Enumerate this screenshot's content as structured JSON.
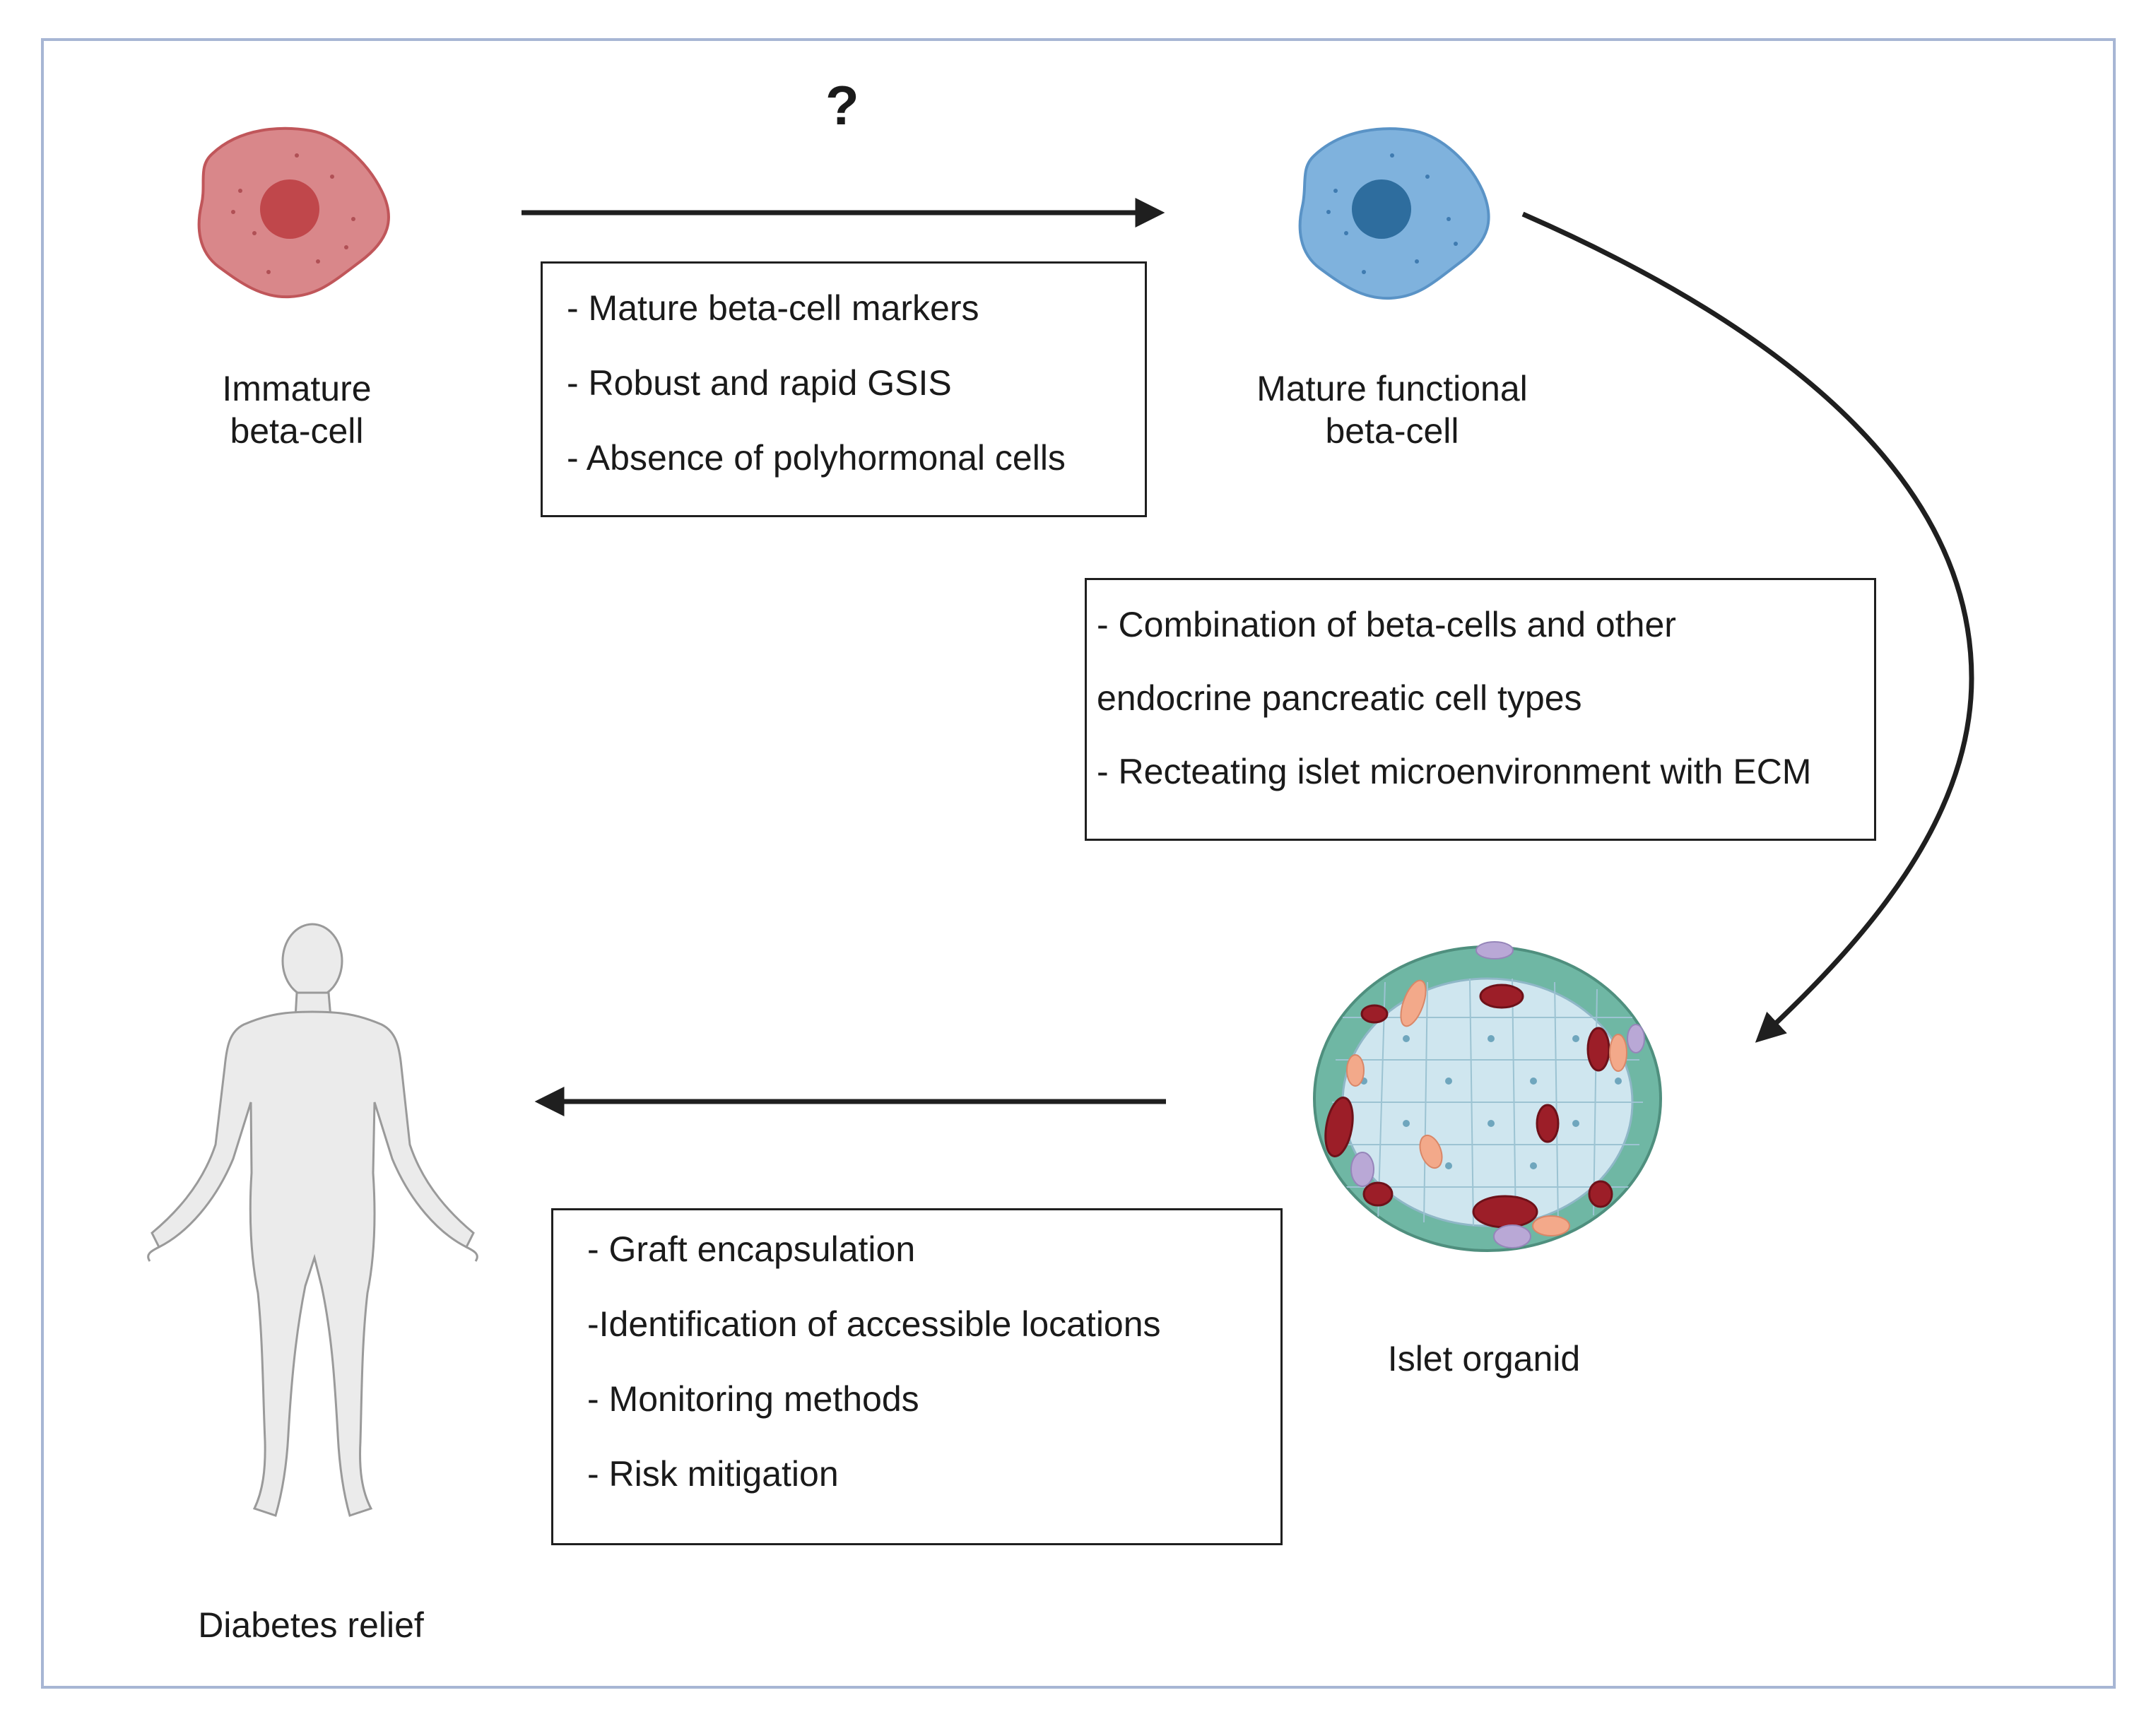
{
  "question_mark": "?",
  "nodes": {
    "immature": {
      "line1": "Immature",
      "line2": "beta-cell",
      "cell_color": "#d9878a",
      "nucleus_color": "#c0474b"
    },
    "mature": {
      "line1": "Mature functional",
      "line2": "beta-cell",
      "cell_color": "#7fb2dd",
      "nucleus_color": "#2e6d9e"
    },
    "organoid": {
      "label": "Islet organid"
    },
    "human": {
      "label": "Diabetes relief"
    }
  },
  "boxes": {
    "maturation": {
      "items": [
        "- Mature beta-cell markers",
        "- Robust and rapid GSIS",
        "- Absence of polyhormonal cells"
      ]
    },
    "organoid_formation": {
      "items": [
        "- Combination of beta-cells and other",
        "endocrine pancreatic cell types",
        "- Recteating islet microenvironment with ECM"
      ]
    },
    "transplantation": {
      "items": [
        "- Graft encapsulation",
        "-Identification of accessible locations",
        "- Monitoring methods",
        "- Risk mitigation"
      ]
    }
  },
  "colors": {
    "frame": "#a7b6d4",
    "arrow": "#1f1f1f",
    "organoid_beta": "#cfe6ef",
    "organoid_alpha": "#6fb7a4",
    "organoid_delta": "#9c1e28",
    "organoid_pp": "#f3a98a",
    "organoid_epsilon": "#b9a8d6"
  }
}
